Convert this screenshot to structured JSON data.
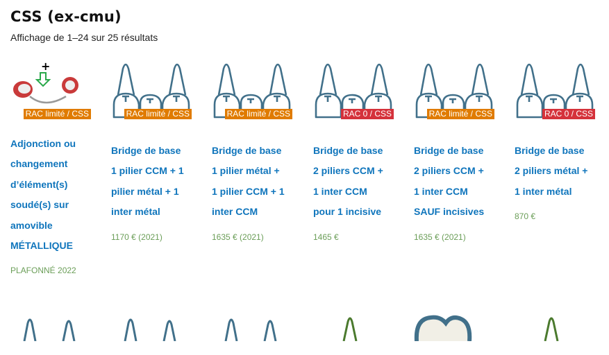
{
  "page": {
    "title": "CSS (ex-cmu)",
    "result_count": "Affichage de 1–24 sur 25 résultats"
  },
  "colors": {
    "title_link": "#0f75bc",
    "price": "#6b9e58",
    "badge_limited": "#e07b00",
    "badge_zero": "#d5323b",
    "tooth": "#41708a"
  },
  "products": [
    {
      "image": "soldered-denture-icon",
      "badge": "RAC limité / CSS",
      "badge_type": "limited",
      "title_lines": [
        "Adjonction ou",
        "changement",
        "d’élément(s)",
        "soudé(s) sur",
        "amovible",
        "MÉTALLIQUE"
      ],
      "price": "PLAFONNÉ 2022"
    },
    {
      "image": "bridge-teeth-icon",
      "badge": "RAC limité / CSS",
      "badge_type": "limited",
      "title_lines": [
        "Bridge de base",
        "1 pilier CCM + 1",
        "pilier métal + 1",
        "inter métal"
      ],
      "price": "1170 € (2021)"
    },
    {
      "image": "bridge-teeth-icon",
      "badge": "RAC limité / CSS",
      "badge_type": "limited",
      "title_lines": [
        "Bridge de base",
        "1 pilier métal +",
        "1 pilier CCM + 1",
        "inter CCM"
      ],
      "price": "1635 € (2021)"
    },
    {
      "image": "bridge-teeth-icon",
      "badge": "RAC 0 / CSS",
      "badge_type": "zero",
      "title_lines": [
        "Bridge de base",
        "2 piliers CCM +",
        "1 inter CCM",
        "pour 1 incisive"
      ],
      "price": "1465 €"
    },
    {
      "image": "bridge-teeth-icon",
      "badge": "RAC limité / CSS",
      "badge_type": "limited",
      "title_lines": [
        "Bridge de base",
        "2 piliers CCM +",
        "1 inter CCM",
        "SAUF incisives"
      ],
      "price": "1635 € (2021)"
    },
    {
      "image": "bridge-teeth-icon",
      "badge": "RAC 0 / CSS",
      "badge_type": "zero",
      "title_lines": [
        "Bridge de base",
        "2 piliers métal +",
        "1 inter métal"
      ],
      "price": "870 €"
    }
  ]
}
